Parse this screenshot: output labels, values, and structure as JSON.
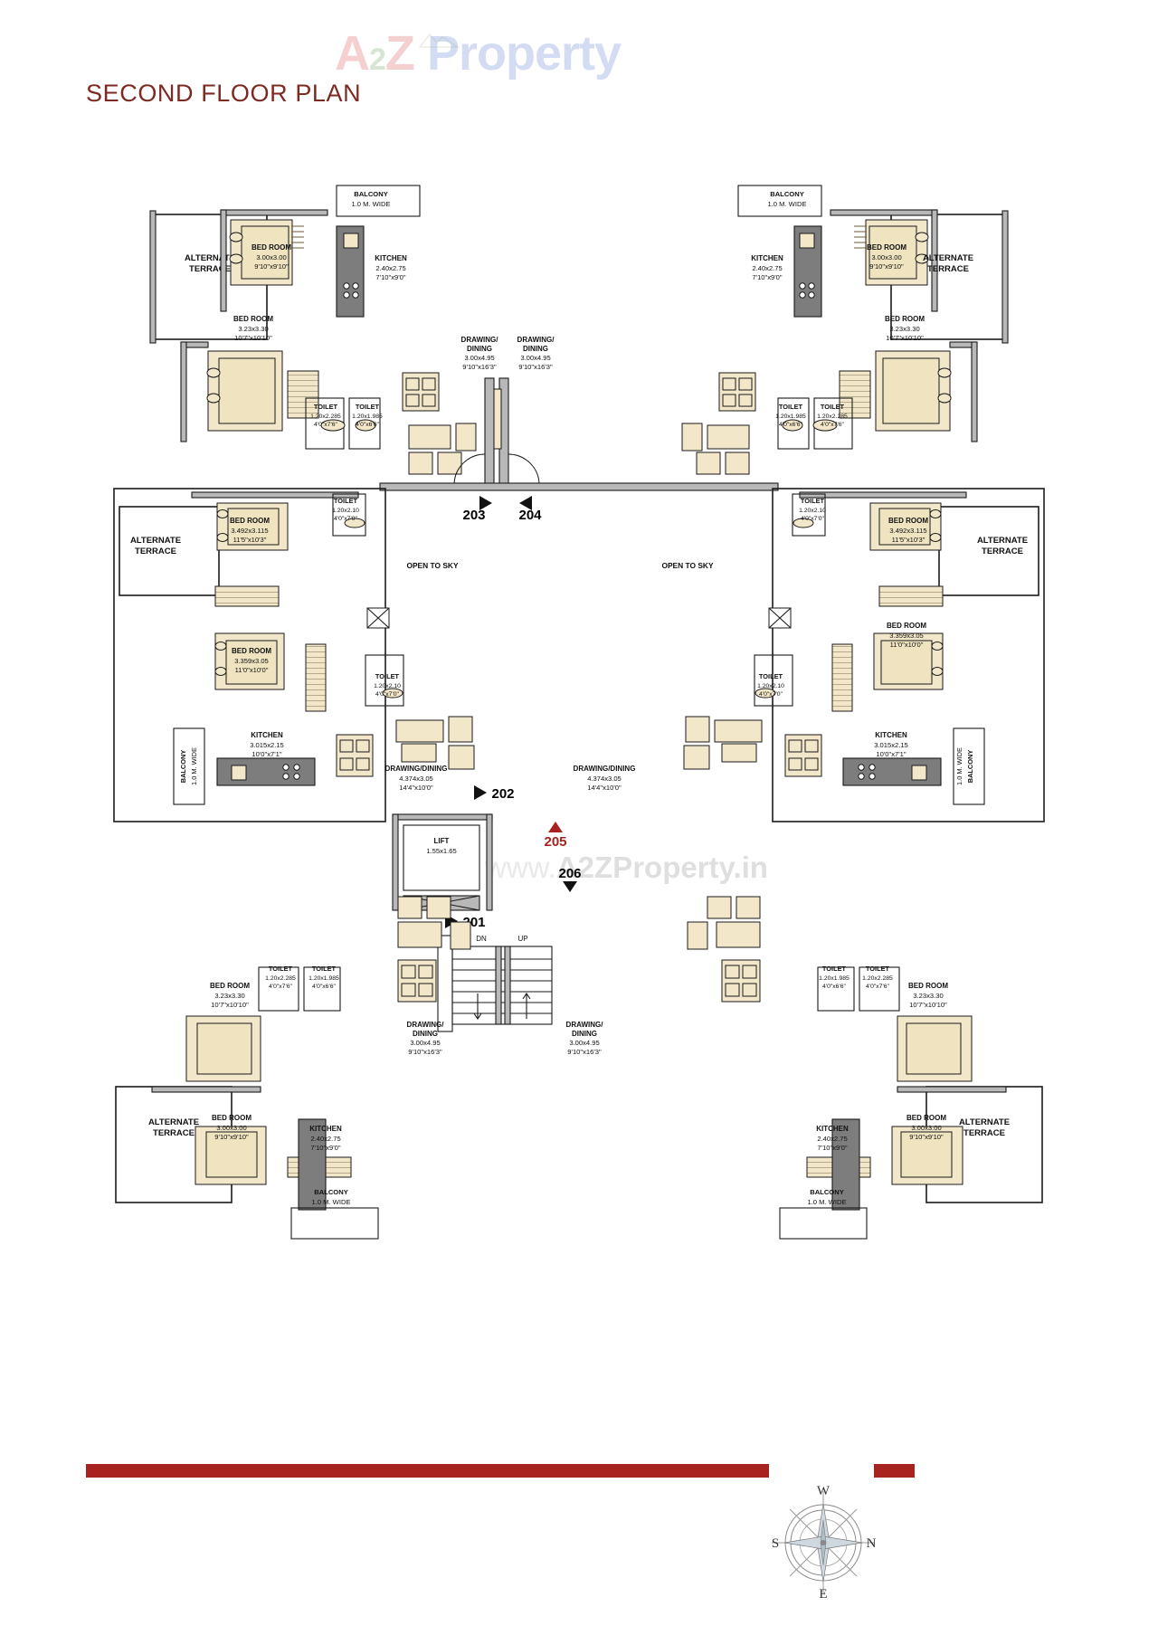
{
  "sheet": {
    "title": "SECOND FLOOR PLAN",
    "watermark_logo": {
      "a": "A",
      "two": "2",
      "z": "Z",
      "word": "Property"
    },
    "watermark_url_prefix": "www.",
    "watermark_url_brand": "A2ZProperty.in",
    "accent_color": "#a8231f",
    "title_color": "#7d2b22"
  },
  "compass": {
    "n": "N",
    "s": "S",
    "e": "E",
    "w": "W"
  },
  "units": [
    {
      "id": "unit-201",
      "label": "201",
      "color": "#000000"
    },
    {
      "id": "unit-202",
      "label": "202",
      "color": "#000000"
    },
    {
      "id": "unit-203",
      "label": "203",
      "color": "#000000"
    },
    {
      "id": "unit-204",
      "label": "204",
      "color": "#000000"
    },
    {
      "id": "unit-205",
      "label": "205",
      "color": "#a8231f"
    },
    {
      "id": "unit-206",
      "label": "206",
      "color": "#000000"
    }
  ],
  "core": {
    "lift_name": "LIFT",
    "lift_dim": "1.55x1.65",
    "stair_down": "DN",
    "stair_up": "UP",
    "open_to_sky_left": "OPEN TO SKY",
    "open_to_sky_right": "OPEN TO SKY"
  },
  "rooms": {
    "alternate_terrace": {
      "l1": "ALTERNATE",
      "l2": "TERRACE"
    },
    "bedroom_300": {
      "name": "BED ROOM",
      "metric": "3.00x3.00",
      "imperial": "9'10\"x9'10\""
    },
    "bedroom_323": {
      "name": "BED ROOM",
      "metric": "3.23x3.30",
      "imperial": "10'7\"x10'10\""
    },
    "bedroom_349": {
      "name": "BED ROOM",
      "metric": "3.492x3.115",
      "imperial": "11'5\"x10'3\""
    },
    "bedroom_335": {
      "name": "BED ROOM",
      "metric": "3.359x3.05",
      "imperial": "11'0\"x10'0\""
    },
    "kitchen_240": {
      "name": "KITCHEN",
      "metric": "2.40x2.75",
      "imperial": "7'10\"x9'0\""
    },
    "kitchen_301": {
      "name": "KITCHEN",
      "metric": "3.015x2.15",
      "imperial": "10'0\"x7'1\""
    },
    "drawing_300": {
      "l1": "DRAWING/",
      "l2": "DINING",
      "metric": "3.00x4.95",
      "imperial": "9'10\"x16'3\""
    },
    "drawing_437": {
      "name": "DRAWING/DINING",
      "metric": "4.374x3.05",
      "imperial": "14'4\"x10'0\""
    },
    "toilet_120x228": {
      "name": "TOILET",
      "metric": "1.20x2.285",
      "imperial": "4'0\"x7'6\""
    },
    "toilet_120x198": {
      "name": "TOILET",
      "metric": "1.20x1.985",
      "imperial": "4'0\"x6'6\""
    },
    "toilet_120x210": {
      "name": "TOILET",
      "metric": "1.20x2.10",
      "imperial": "4'0\"x7'0\""
    },
    "balcony_1m": {
      "l1": "BALCONY",
      "l2": "1.0 M. WIDE"
    }
  }
}
